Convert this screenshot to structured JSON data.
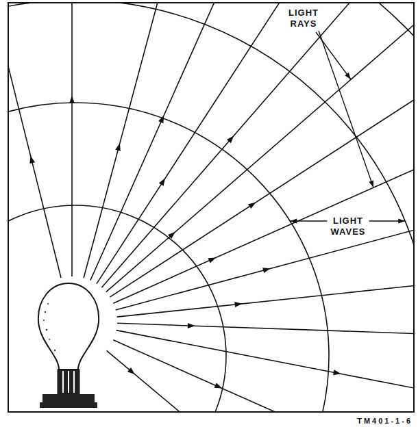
{
  "diagram": {
    "labels": [
      "LIGHT RAYS",
      "LIGHT WAVES",
      "TM401-1-6"
    ]
  }
}
